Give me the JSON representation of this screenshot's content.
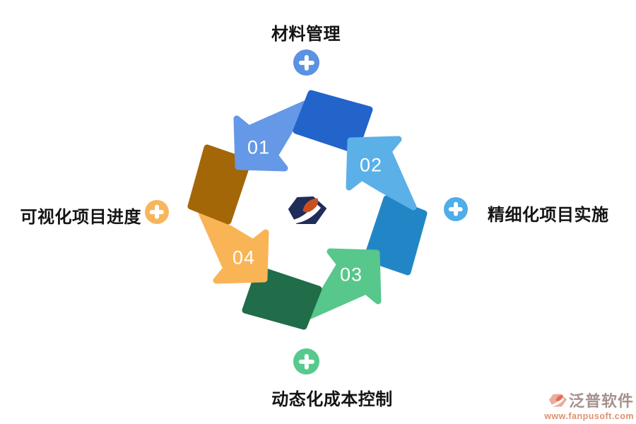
{
  "cycle": {
    "direction": "counterclockwise",
    "steps": [
      {
        "number": "01",
        "position": "top-left",
        "light_color": "#6598e6",
        "dark_color": "#2364cb"
      },
      {
        "number": "02",
        "position": "right",
        "light_color": "#5bb0e8",
        "dark_color": "#2286c6"
      },
      {
        "number": "03",
        "position": "bottom-right",
        "light_color": "#57c78b",
        "dark_color": "#216c49"
      },
      {
        "number": "04",
        "position": "bottom-left",
        "light_color": "#f9b456",
        "dark_color": "#a36708"
      }
    ]
  },
  "callouts": {
    "top": {
      "label": "材料管理",
      "plus_color": "#5b92e2"
    },
    "right": {
      "label": "精细化项目实施",
      "plus_color": "#4fade8"
    },
    "bottom": {
      "label": "动态化成本控制",
      "plus_color": "#57c98e"
    },
    "left": {
      "label": "可视化项目进度",
      "plus_color": "#f9b55c"
    }
  },
  "center_logo": {
    "navy": "#202c5a",
    "orange": "#cb4e1e"
  },
  "watermark": {
    "brand": "泛普软件",
    "url": "www.fanpusoft.com",
    "brand_color": "#a5918d",
    "url_color": "#e0906f",
    "mark_color": "#edab9c",
    "mark_sail": "#e2704f"
  }
}
